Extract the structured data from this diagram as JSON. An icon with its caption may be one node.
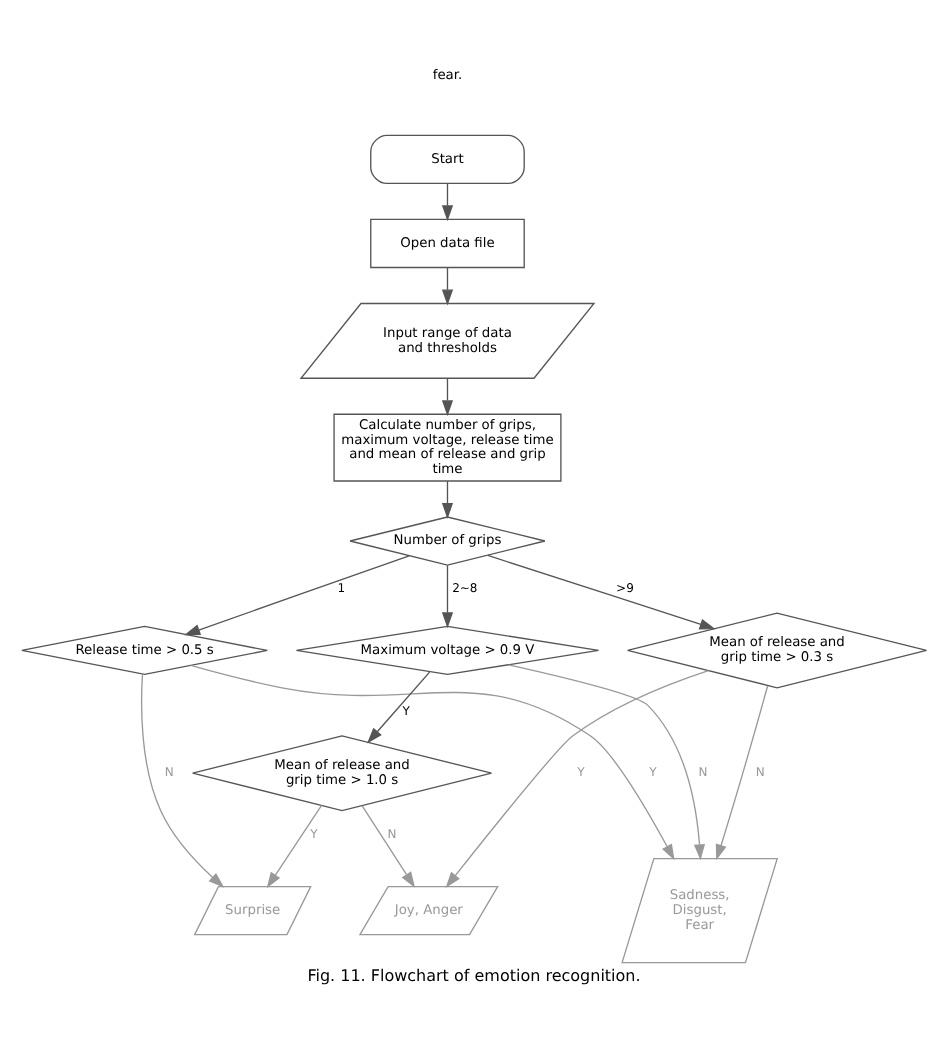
{
  "diagram": {
    "caption": "Fig. 11. Flowchart of emotion recognition.",
    "nodes": [
      {
        "text": [
          "Start"
        ]
      },
      {
        "text": [
          "Open data file"
        ]
      },
      {
        "text": [
          "Input range of data and thresholds"
        ]
      },
      {
        "text": [
          "Calculate number of grips, maximum voltage, release time and mean of release and grip time"
        ]
      },
      {
        "text": [
          "Number of grips"
        ]
      },
      {
        "text": [
          "Release time > 0.5 s"
        ]
      },
      {
        "text": [
          "Maximum voltage > 0.9 V"
        ]
      },
      {
        "text": [
          "Mean of release and grip time > 0.3 s"
        ]
      },
      {
        "text": [
          "Mean of release and grip time > 1.0 s"
        ]
      },
      {
        "text": [
          "Surprise"
        ]
      },
      {
        "text": [
          "Joy, Anger"
        ]
      },
      {
        "text": [
          "Sadness, Disgust, Fear"
        ]
      }
    ],
    "edges": [
      {
        "from": 0,
        "to": 1,
        "arrow": "to"
      },
      {
        "from": 1,
        "to": 2,
        "arrow": "to"
      },
      {
        "from": 2,
        "to": 3,
        "arrow": "to"
      },
      {
        "from": 3,
        "to": 4,
        "arrow": "to"
      },
      {
        "from": 4,
        "to": 5,
        "arrow": "to",
        "label": "1"
      },
      {
        "from": 4,
        "to": 6,
        "arrow": "to",
        "label": "2~8"
      },
      {
        "from": 4,
        "to": 7,
        "arrow": "to",
        "label": ">9"
      },
      {
        "from": 5,
        "to": 9,
        "arrow": "to",
        "label": "N",
        "color": "#999999"
      },
      {
        "from": 5,
        "to": 11,
        "arrow": "to",
        "label": "Y",
        "color": "#999999"
      },
      {
        "from": 6,
        "to": 8,
        "arrow": "to",
        "label": "Y"
      },
      {
        "from": 6,
        "to": 11,
        "arrow": "to",
        "label": "N",
        "color": "#999999"
      },
      {
        "from": 7,
        "to": 10,
        "arrow": "to",
        "label": "Y",
        "color": "#999999"
      },
      {
        "from": 7,
        "to": 11,
        "arrow": "to",
        "label": "N",
        "color": "#999999"
      },
      {
        "from": 8,
        "to": 9,
        "arrow": "to",
        "label": "Y",
        "color": "#999999"
      },
      {
        "from": 8,
        "to": 10,
        "arrow": "to",
        "label": "N",
        "color": "#999999"
      }
    ],
    "labels": [
      "fear."
    ]
  }
}
